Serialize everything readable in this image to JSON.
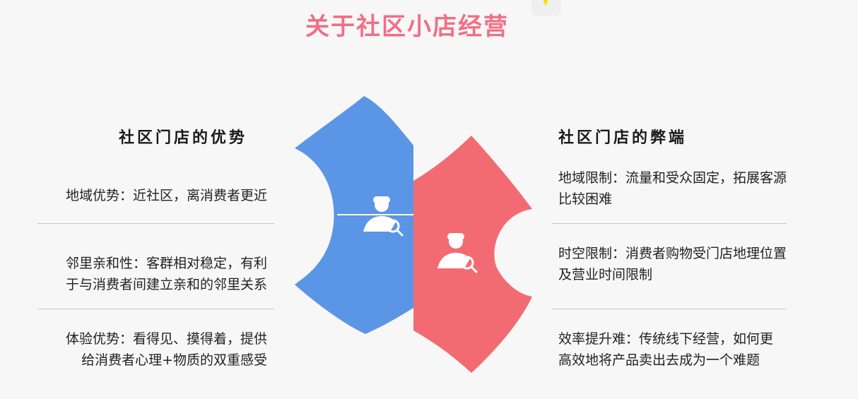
{
  "title": "关于社区小店经营",
  "left": {
    "heading": "社区门店的优势",
    "items": [
      {
        "line1": "地域优势：近社区，离消费者更近",
        "line2": ""
      },
      {
        "line1": "邻里亲和性：客群相对稳定，有利",
        "line2": "于与消费者间建立亲和的邻里关系"
      },
      {
        "line1": "体验优势：看得见、摸得着，提供",
        "line2": "给消费者心理+物质的双重感受"
      }
    ]
  },
  "right": {
    "heading": "社区门店的弊端",
    "items": [
      {
        "line1": "地域限制：流量和受众固定，拓展客源",
        "line2": "比较困难"
      },
      {
        "line1": "时空限制：消费者购物受门店地理位置",
        "line2": "及营业时间限制"
      },
      {
        "line1": "效率提升难：传统线下经营，如何更",
        "line2": "高效地将产品卖出去成为一个难题"
      }
    ]
  },
  "colors": {
    "title": "#f06f86",
    "left_piece": "#5b95e6",
    "right_piece": "#f36b72",
    "icon": "#ffffff"
  },
  "icons": {
    "left": "user-search-icon",
    "right": "user-search-icon"
  }
}
